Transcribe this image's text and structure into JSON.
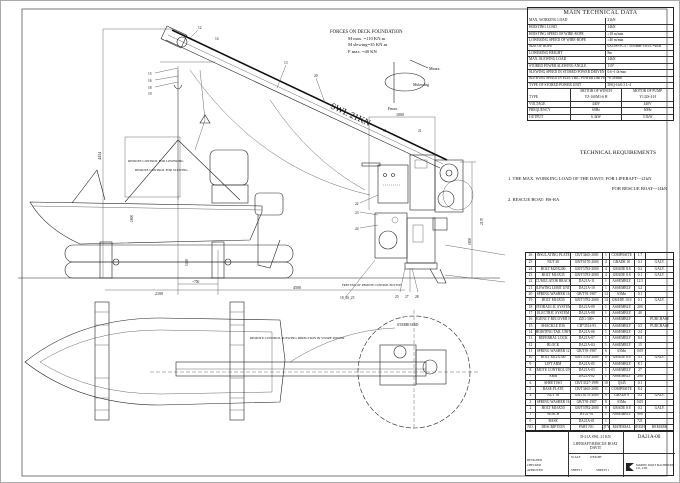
{
  "forces": {
    "title": "FORCES ON DECK FOUNDATION",
    "m_max": "M max.  =110 KN.m",
    "m_slewing": "M slewing=35 KN.m",
    "f_max": "F max.   =40 KN",
    "m_max_label": "Mmax.",
    "m_slewing_label": "Mslewing",
    "f_max_label": "Fmax."
  },
  "drawing": {
    "boom_label": "SWL 21KN",
    "remote_lowering": "REMOTE CONTROL FOR LOWERING",
    "remote_slewing": "REMOTE CONTROL FOR SLEWING",
    "free_end": "FREE END OF REMOTE CONTROL BUTTON",
    "plan_note": "REMOTE CONTROL SLEWING DIRECTION IN STORE POWER",
    "starboard": "STARBOARD",
    "dims": {
      "height": "4434",
      "d2100": "2100",
      "d4500": "4500",
      "d750": "~750",
      "d1800": "1800",
      "d1800b": "1800",
      "d1800c": "2170",
      "d1450": "1450",
      "d3500": "3500",
      "d1000": "1000"
    },
    "callouts": [
      "12",
      "14",
      "15",
      "16",
      "18",
      "19",
      "20",
      "21",
      "13",
      "11",
      "22",
      "23",
      "24",
      "18_26_25",
      "25",
      "27",
      "28"
    ]
  },
  "tech_data": {
    "title": "MAIN TECHNICAL DATA",
    "rows": [
      {
        "label": "MAX. WORKING LOAD",
        "value": "21kN"
      },
      {
        "label": "HOISTING LOAD",
        "value": "14kN"
      },
      {
        "label": "HOISTING SPEED OF WIRE-ROPE",
        "value": "≥18 m/min"
      },
      {
        "label": "LOWERING SPEED OF WIRE-ROPE",
        "value": "≥40 m/min"
      },
      {
        "label": "SIZE OF ROPE",
        "value": "6X19S+FC/1770N/mm² Ø16 L=40M"
      },
      {
        "label": "LOWERING HEIGHT",
        "value": "8m"
      },
      {
        "label": "MAX. SLEWING LOAD",
        "value": "14kN"
      },
      {
        "label": "STORED POWER SLEWING ANGLE",
        "value": "110°"
      },
      {
        "label": "SLEWING SPEED IN STORED POWER DRIVEN",
        "value": "0.6~1.0r/min"
      },
      {
        "label": "SLEWING SPEED IN ELECTRIC POWER DRIVEN",
        "value": "~0.5r/min"
      },
      {
        "label": "TYPE OF STORED POWER UNIT",
        "value": "DSQ-16/6.3 L-4"
      }
    ],
    "motor_header": {
      "winch": "MOTOR OF WINCH",
      "pump": "MOTOR OF PUMP"
    },
    "motor_rows": [
      {
        "label": "TYPE",
        "winch": "YZ-160M1-6 H",
        "pump": "Y132S-4 H"
      },
      {
        "label": "VOLTAGE",
        "winch": "440V",
        "pump": "440V"
      },
      {
        "label": "FREQUENCY",
        "winch": "60Hz",
        "pump": "60Hz"
      },
      {
        "label": "OUTPUT",
        "winch": "6.3kW",
        "pump": "5.5kW"
      }
    ]
  },
  "requirements": {
    "title": "TECHNICAL REQUIREMENTS",
    "item1": "1. THE MAX. WORKING LOAD OF THE DAVIT:   FOR LIFERAFT---21kN",
    "item1b": "FOR RESCUE BOAT---14kN",
    "item2": "2. RESCUE BOAT: HS-RA"
  },
  "parts": {
    "header": [
      "NO.",
      "DESCRIPTION",
      "PART NO.",
      "QTY",
      "MATERIAL",
      "WEIGHT",
      "REMARK"
    ],
    "rows": [
      [
        "26",
        "INSULATING PLATE",
        "CB/T3465-2005",
        "1",
        "COMPOSITE",
        "1.7",
        ""
      ],
      [
        "25",
        "NUT 20",
        "GB/T6170-2000",
        "4",
        "GRADE 10",
        "0.1",
        "GALV."
      ],
      [
        "24",
        "BOLT M20X200",
        "GB/T5782-2000",
        "4",
        "GRADE 8.8",
        "0.2",
        "GALV."
      ],
      [
        "23",
        "BOLT M16X35",
        "GB/T5783-2000",
        "4",
        "GRADE 8.8",
        "0.1",
        "GALV."
      ],
      [
        "22",
        "ACCUMULATOR BRACKET",
        "DA21A-11",
        "1",
        "ASSEMBLY",
        "12.5",
        ""
      ],
      [
        "21",
        "SLEWING LIMIT UNIT",
        "DA21A-10",
        "1",
        "ASSEMBLY",
        "3.2",
        ""
      ],
      [
        "20",
        "SPRING WASHER 16",
        "GB/T93-1987",
        "14",
        "65Mn",
        "0.1",
        ""
      ],
      [
        "19",
        "BOLT M16X50",
        "GB/T5782-2000",
        "14",
        "GRADE 10.9",
        "0.1",
        "GALV."
      ],
      [
        "18",
        "HYDRAULIC SYSTEM",
        "DA21A-09",
        "1",
        "ASSEMBLY",
        "200",
        ""
      ],
      [
        "17",
        "ELECTRIC SYSTEM",
        "DA21A-08",
        "1",
        "ASSEMBLY",
        "40",
        ""
      ],
      [
        "16",
        "EMERGENCY RECOVER HOOK",
        "ZZG-300+",
        "1",
        "ASSEMBLY",
        "",
        "PURCHASE"
      ],
      [
        "15",
        "SHACKLE D16",
        "CB*3514-93",
        "1",
        "ASSEMBLY",
        "0.5",
        "PURCHASE"
      ],
      [
        "14",
        "HOISTING TAIL UNIT",
        "DA21A-06",
        "1",
        "ASSEMBLY",
        "24",
        ""
      ],
      [
        "13",
        "REFERRAL LOCK",
        "DA21A-07",
        "1",
        "ASSEMBLY",
        "8.4",
        ""
      ],
      [
        "12",
        "BLOCK",
        "DA21A-04",
        "1",
        "ASSEMBLY",
        "15",
        ""
      ],
      [
        "11",
        "SPRING WASHER 12",
        "GB/T93-1987",
        "6",
        "65Mn",
        "0.05",
        ""
      ],
      [
        "10",
        "BOLT M12X100",
        "GB/T5782-2000",
        "6",
        "GRADE 8.8",
        "0.1",
        "GALV."
      ],
      [
        "9",
        "LIFT ARM",
        "DA21A-05",
        "1",
        "ASSEMBLY",
        "8.1",
        ""
      ],
      [
        "8",
        "REMOTE CONTROL UNIT",
        "DA21A-03",
        "1",
        "ASSEMBLY",
        "27",
        ""
      ],
      [
        "7",
        "ARM",
        "DA21A-02",
        "1",
        "ASSEMBLY",
        "290",
        ""
      ],
      [
        "6",
        "SHEET ISO",
        "CB/T3527-1999",
        "10",
        "Q345",
        "0.1",
        ""
      ],
      [
        "5",
        "BASE PLATE",
        "CB/T3465-2005",
        "1",
        "COMPOSITE",
        "8.4",
        ""
      ],
      [
        "4",
        "NUT 16",
        "GB/T6170-2000",
        "8",
        "GRADE 8",
        "0.2",
        "GALV."
      ],
      [
        "3",
        "SPRING WASHER 16",
        "GB/T93-1987",
        "8",
        "65Mn",
        "0.05",
        ""
      ],
      [
        "2",
        "BOLT M16X50",
        "GB/T5782-2000",
        "8",
        "GRADE 8.8",
        "0.2",
        "GALV."
      ],
      [
        "1",
        "WINCH",
        "HY21-01",
        "1",
        "ASSEMBLY",
        "900",
        ""
      ],
      [
        "0",
        "BASE",
        "DA21A-01",
        "1",
        "",
        "721",
        ""
      ]
    ]
  },
  "title_block": {
    "title_line1": "D-21A SWL 21 KN",
    "title_line2": "LIFERAFT/RESCUE BOAT DAVIT",
    "drawing_no": "DA21A-00",
    "scale_label": "SCALE",
    "weight_label": "WEIGHT",
    "sheet_label": "SHEET 1",
    "sheets_label": "SHEETS 1",
    "designed": "DESIGNED",
    "checked": "CHECKED",
    "approved": "APPROVED",
    "company": "MARINE DAVIT MACHINERY CO., LTD."
  }
}
